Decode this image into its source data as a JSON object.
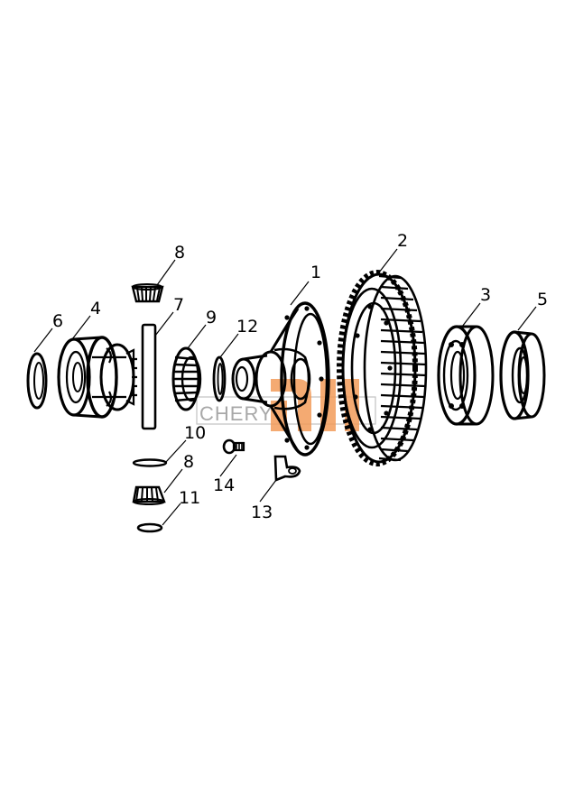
{
  "callouts": [
    {
      "id": "1",
      "label": "1"
    },
    {
      "id": "2",
      "label": "2"
    },
    {
      "id": "3",
      "label": "3"
    },
    {
      "id": "4",
      "label": "4"
    },
    {
      "id": "5",
      "label": "5"
    },
    {
      "id": "6",
      "label": "6"
    },
    {
      "id": "7",
      "label": "7"
    },
    {
      "id": "8a",
      "label": "8"
    },
    {
      "id": "8b",
      "label": "8"
    },
    {
      "id": "9",
      "label": "9"
    },
    {
      "id": "10",
      "label": "10"
    },
    {
      "id": "11",
      "label": "11"
    },
    {
      "id": "12",
      "label": "12"
    },
    {
      "id": "13",
      "label": "13"
    },
    {
      "id": "14",
      "label": "14"
    }
  ],
  "watermark": {
    "text": "CHERY",
    "text_color": "#9a9a9a",
    "accent_color": "#f08a3c"
  },
  "colors": {
    "ink": "#000000",
    "background": "#ffffff"
  }
}
